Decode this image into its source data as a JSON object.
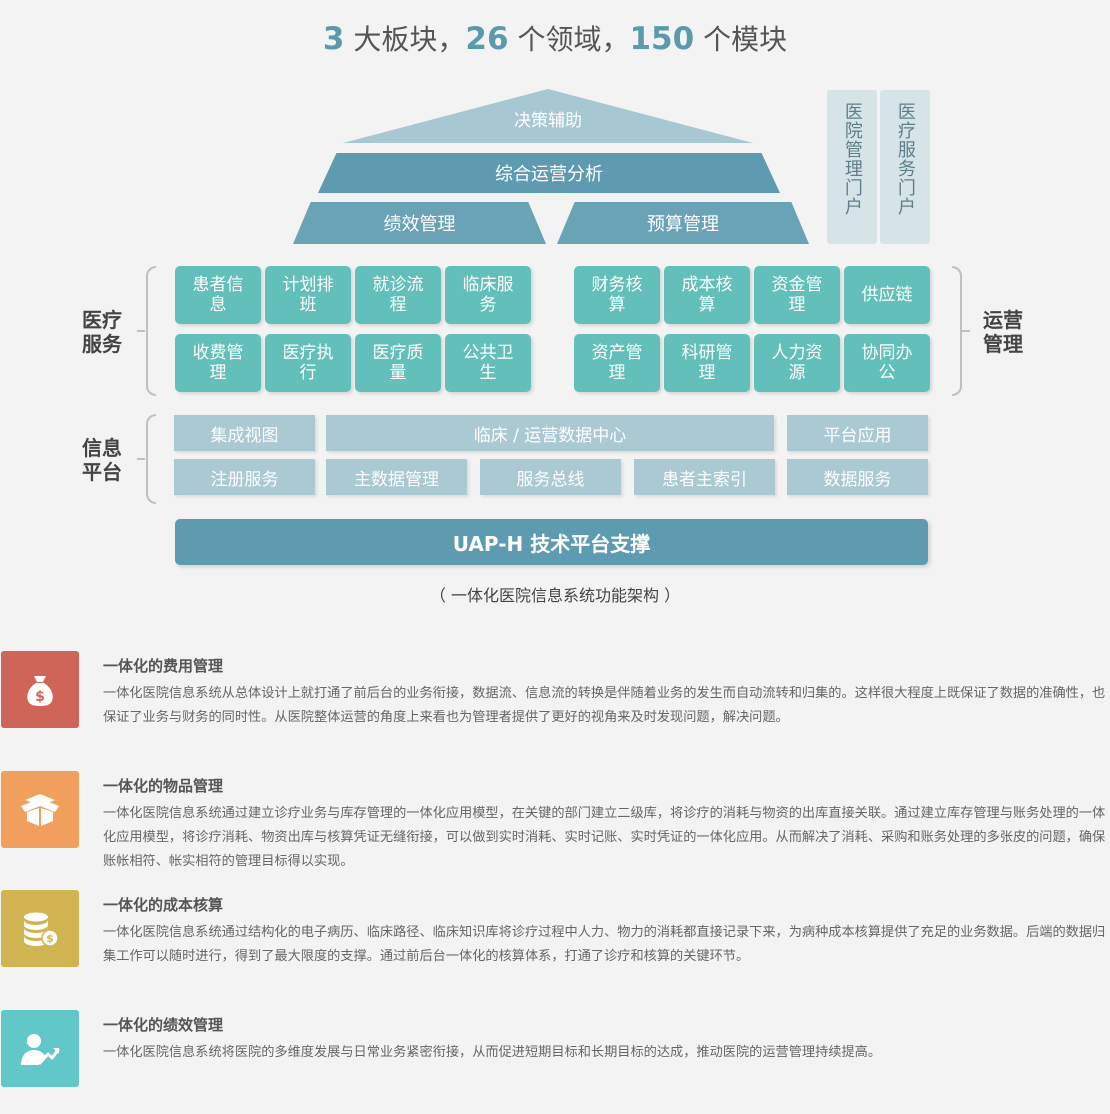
{
  "headline": {
    "n1": "3",
    "t1": " 大板块，",
    "n2": "26",
    "t2": " 个领域，",
    "n3": "150",
    "t3": " 个模块"
  },
  "pyramid": {
    "top": "决策辅助",
    "middle": "综合运营分析",
    "left": "绩效管理",
    "right": "预算管理"
  },
  "portals": {
    "hospital_portal": "医院管理门户",
    "service_portal": "医疗服务门户"
  },
  "medical_services": {
    "label": "医疗服务",
    "tiles": [
      "患者信息",
      "计划排班",
      "就诊流程",
      "临床服务",
      "收费管理",
      "医疗执行",
      "医疗质量",
      "公共卫生"
    ]
  },
  "operations_management": {
    "label": "运营管理",
    "tiles": [
      "财务核算",
      "成本核算",
      "资金管理",
      "供应链",
      "资产管理",
      "科研管理",
      "人力资源",
      "协同办公"
    ]
  },
  "info_platform": {
    "label": "信息平台",
    "row1": [
      "集成视图",
      "临床 / 运营数据中心",
      "平台应用"
    ],
    "row2": [
      "注册服务",
      "主数据管理",
      "服务总线",
      "患者主索引",
      "数据服务"
    ]
  },
  "tech_platform": "UAP-H 技术平台支撑",
  "caption": "（ 一体化医院信息系统功能架构 ）",
  "features": [
    {
      "icon": "money-bag-icon",
      "color": "#cf6558",
      "title": "一体化的费用管理",
      "body": "一体化医院信息系统从总体设计上就打通了前后台的业务衔接，数据流、信息流的转换是伴随着业务的发生而自动流转和归集的。这样很大程度上既保证了数据的准确性，也保证了业务与财务的同时性。从医院整体运营的角度上来看也为管理者提供了更好的视角来及时发现问题，解决问题。"
    },
    {
      "icon": "open-box-icon",
      "color": "#f0a05c",
      "title": "一体化的物品管理",
      "body": "一体化医院信息系统通过建立诊疗业务与库存管理的一体化应用模型，在关键的部门建立二级库，将诊疗的消耗与物资的出库直接关联。通过建立库存管理与账务处理的一体化应用模型，将诊疗消耗、物资出库与核算凭证无缝衔接，可以做到实时消耗、实时记账、实时凭证的一体化应用。从而解决了消耗、采购和账务处理的多张皮的问题，确保账帐相符、帐实相符的管理目标得以实现。"
    },
    {
      "icon": "coin-stack-icon",
      "color": "#d1b452",
      "title": "一体化的成本核算",
      "body": "一体化医院信息系统通过结构化的电子病历、临床路径、临床知识库将诊疗过程中人力、物力的消耗都直接记录下来，为病种成本核算提供了充足的业务数据。后端的数据归集工作可以随时进行，得到了最大限度的支撑。通过前后台一体化的核算体系，打通了诊疗和核算的关键环节。"
    },
    {
      "icon": "person-growth-icon",
      "color": "#62c7c8",
      "title": "一体化的绩效管理",
      "body": "一体化医院信息系统将医院的多维度发展与日常业务紧密衔接，从而促进短期目标和长期目标的达成，推动医院的运营管理持续提高。"
    }
  ]
}
